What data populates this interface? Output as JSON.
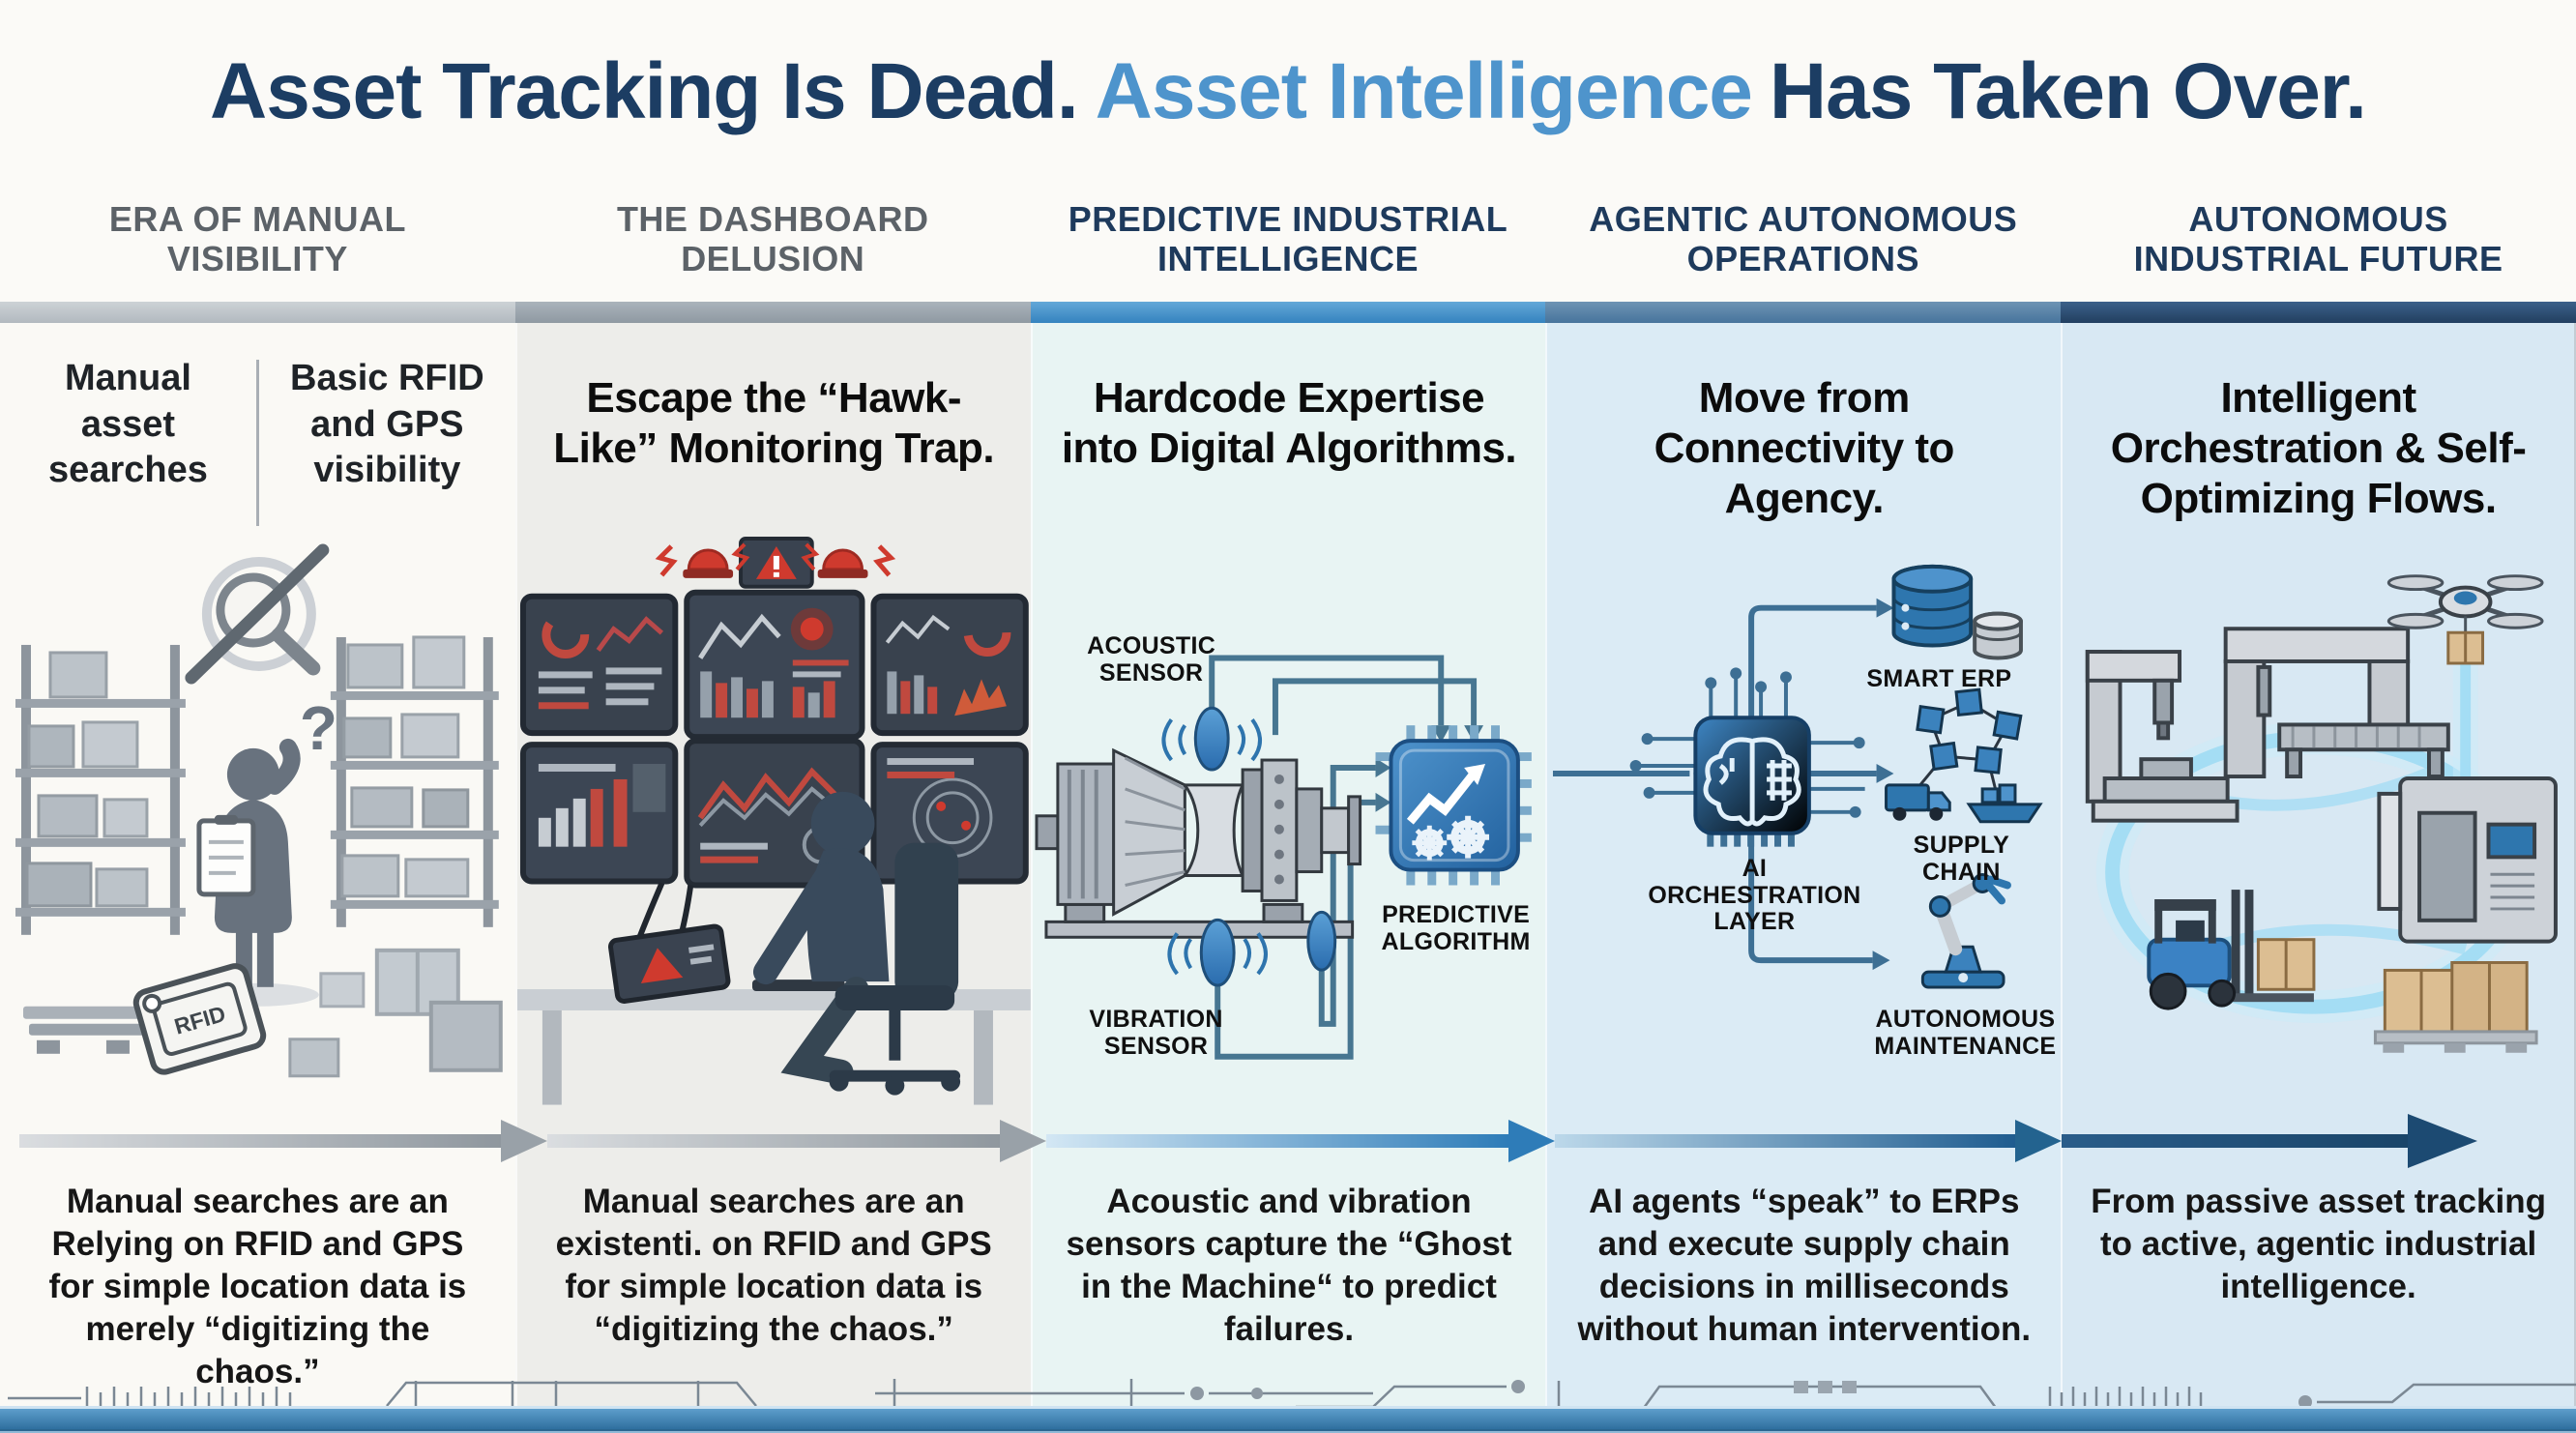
{
  "title": {
    "part1": "Asset Tracking Is Dead.",
    "part2": "Asset Intelligence",
    "part3": "Has Taken Over.",
    "navy_color": "#1c3d63",
    "blue_color": "#4e94cc"
  },
  "palette": {
    "column_bar_colors": [
      "#b9bfc5",
      "#99a2ab",
      "#3f8fca",
      "#4f7ca3",
      "#27486b"
    ],
    "column_backgrounds": [
      "#faf9f5",
      "#ededea",
      "#e8f4f3",
      "#dbebf5",
      "#d8e8f3"
    ],
    "alert_red": "#cf3a2e",
    "chip_blue": "#2e76ae",
    "flow_glow_blue": "#9fdcf4",
    "footer_bar_blue": "#3d7fb0"
  },
  "columns": [
    {
      "header": "ERA OF MANUAL VISIBILITY",
      "sub_left": "Manual asset searches",
      "sub_right": "Basic RFID and GPS visibility",
      "art": {
        "rfid": "RFID",
        "question_mark": "?"
      },
      "description": "Manual searches are an Relying on RFID and GPS for simple location data is merely “digitizing the chaos.”"
    },
    {
      "header": "THE DASHBOARD DELUSION",
      "headline": "Escape the “Hawk-Like” Monitoring Trap.",
      "description": "Manual searches are an existenti. on RFID and GPS for simple location data is “digitizing the chaos.”"
    },
    {
      "header": "PREDICTIVE INDUSTRIAL INTELLIGENCE",
      "headline": "Hardcode Expertise into Digital Algorithms.",
      "art": {
        "acoustic_label": "ACOUSTIC SENSOR",
        "vibration_label": "VIBRATION SENSOR",
        "algorithm_label": "PREDICTIVE ALGORITHM"
      },
      "description": "Acoustic and vibration sensors capture the “Ghost in the Machine“ to predict failures."
    },
    {
      "header": "AGENTIC AUTONOMOUS OPERATIONS",
      "headline": "Move from Connectivity to Agency.",
      "art": {
        "ai_label": "AI ORCHESTRATION LAYER",
        "erp_label": "SMART ERP",
        "supply_label": "SUPPLY CHAIN",
        "maintenance_label": "AUTONOMOUS MAINTENANCE"
      },
      "description": "AI agents “speak” to ERPs and execute supply chain decisions in milliseconds without human intervention."
    },
    {
      "header": "AUTONOMOUS INDUSTRIAL FUTURE",
      "headline": "Intelligent Orchestration & Self-Optimizing Flows.",
      "description": "From passive asset tracking to active, agentic industrial intelligence."
    }
  ]
}
